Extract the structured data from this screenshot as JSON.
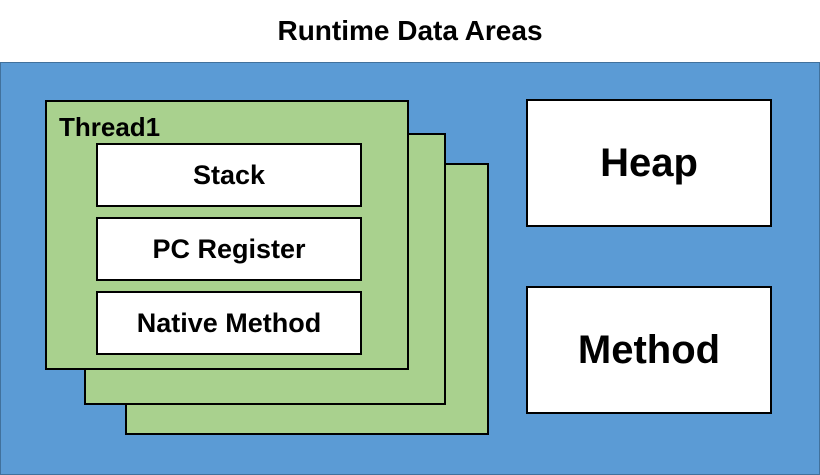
{
  "diagram": {
    "title": "Runtime Data Areas",
    "thread": {
      "label": "Thread1",
      "areas": [
        "Stack",
        "PC Register",
        "Native Method"
      ]
    },
    "shared_areas": [
      "Heap",
      "Method"
    ]
  },
  "colors": {
    "runtime_area_fill": "#5b9bd5",
    "thread_fill": "#a9d18e",
    "box_fill": "#ffffff",
    "outline": "#000000"
  }
}
